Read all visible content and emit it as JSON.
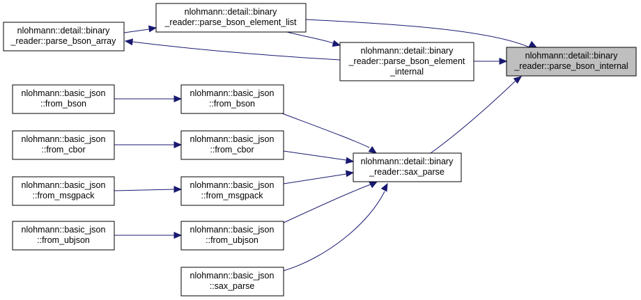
{
  "diagram": {
    "colors": {
      "edge": "#191970",
      "node_border": "#000000",
      "node_fill": "#ffffff",
      "focus_fill": "#bfbfbf"
    },
    "nodes": {
      "n_internal": {
        "lines": [
          "nlohmann::detail::binary",
          "_reader::parse_bson_internal"
        ],
        "focus": true
      },
      "n_list": {
        "lines": [
          "nlohmann::detail::binary",
          "_reader::parse_bson_element_list"
        ]
      },
      "n_array": {
        "lines": [
          "nlohmann::detail::binary",
          "_reader::parse_bson_array"
        ]
      },
      "n_elem": {
        "lines": [
          "nlohmann::detail::binary",
          "_reader::parse_bson_element",
          "_internal"
        ]
      },
      "n_sax": {
        "lines": [
          "nlohmann::detail::binary",
          "_reader::sax_parse"
        ]
      },
      "n_fb1": {
        "lines": [
          "nlohmann::basic_json",
          "::from_bson"
        ]
      },
      "n_fb2": {
        "lines": [
          "nlohmann::basic_json",
          "::from_bson"
        ]
      },
      "n_fc1": {
        "lines": [
          "nlohmann::basic_json",
          "::from_cbor"
        ]
      },
      "n_fc2": {
        "lines": [
          "nlohmann::basic_json",
          "::from_cbor"
        ]
      },
      "n_fm1": {
        "lines": [
          "nlohmann::basic_json",
          "::from_msgpack"
        ]
      },
      "n_fm2": {
        "lines": [
          "nlohmann::basic_json",
          "::from_msgpack"
        ]
      },
      "n_fu1": {
        "lines": [
          "nlohmann::basic_json",
          "::from_ubjson"
        ]
      },
      "n_fu2": {
        "lines": [
          "nlohmann::basic_json",
          "::from_ubjson"
        ]
      },
      "n_sp": {
        "lines": [
          "nlohmann::basic_json",
          "::sax_parse"
        ]
      }
    },
    "edges": [
      {
        "from": "n_list",
        "to": "n_internal"
      },
      {
        "from": "n_array",
        "to": "n_list"
      },
      {
        "from": "n_list",
        "to": "n_elem"
      },
      {
        "from": "n_elem",
        "to": "n_array"
      },
      {
        "from": "n_elem",
        "to": "n_internal"
      },
      {
        "from": "n_sax",
        "to": "n_internal"
      },
      {
        "from": "n_fb2",
        "to": "n_sax"
      },
      {
        "from": "n_fc2",
        "to": "n_sax"
      },
      {
        "from": "n_fm2",
        "to": "n_sax"
      },
      {
        "from": "n_fu2",
        "to": "n_sax"
      },
      {
        "from": "n_sp",
        "to": "n_sax"
      },
      {
        "from": "n_fb1",
        "to": "n_fb2"
      },
      {
        "from": "n_fc1",
        "to": "n_fc2"
      },
      {
        "from": "n_fm1",
        "to": "n_fm2"
      },
      {
        "from": "n_fu1",
        "to": "n_fu2"
      }
    ]
  }
}
